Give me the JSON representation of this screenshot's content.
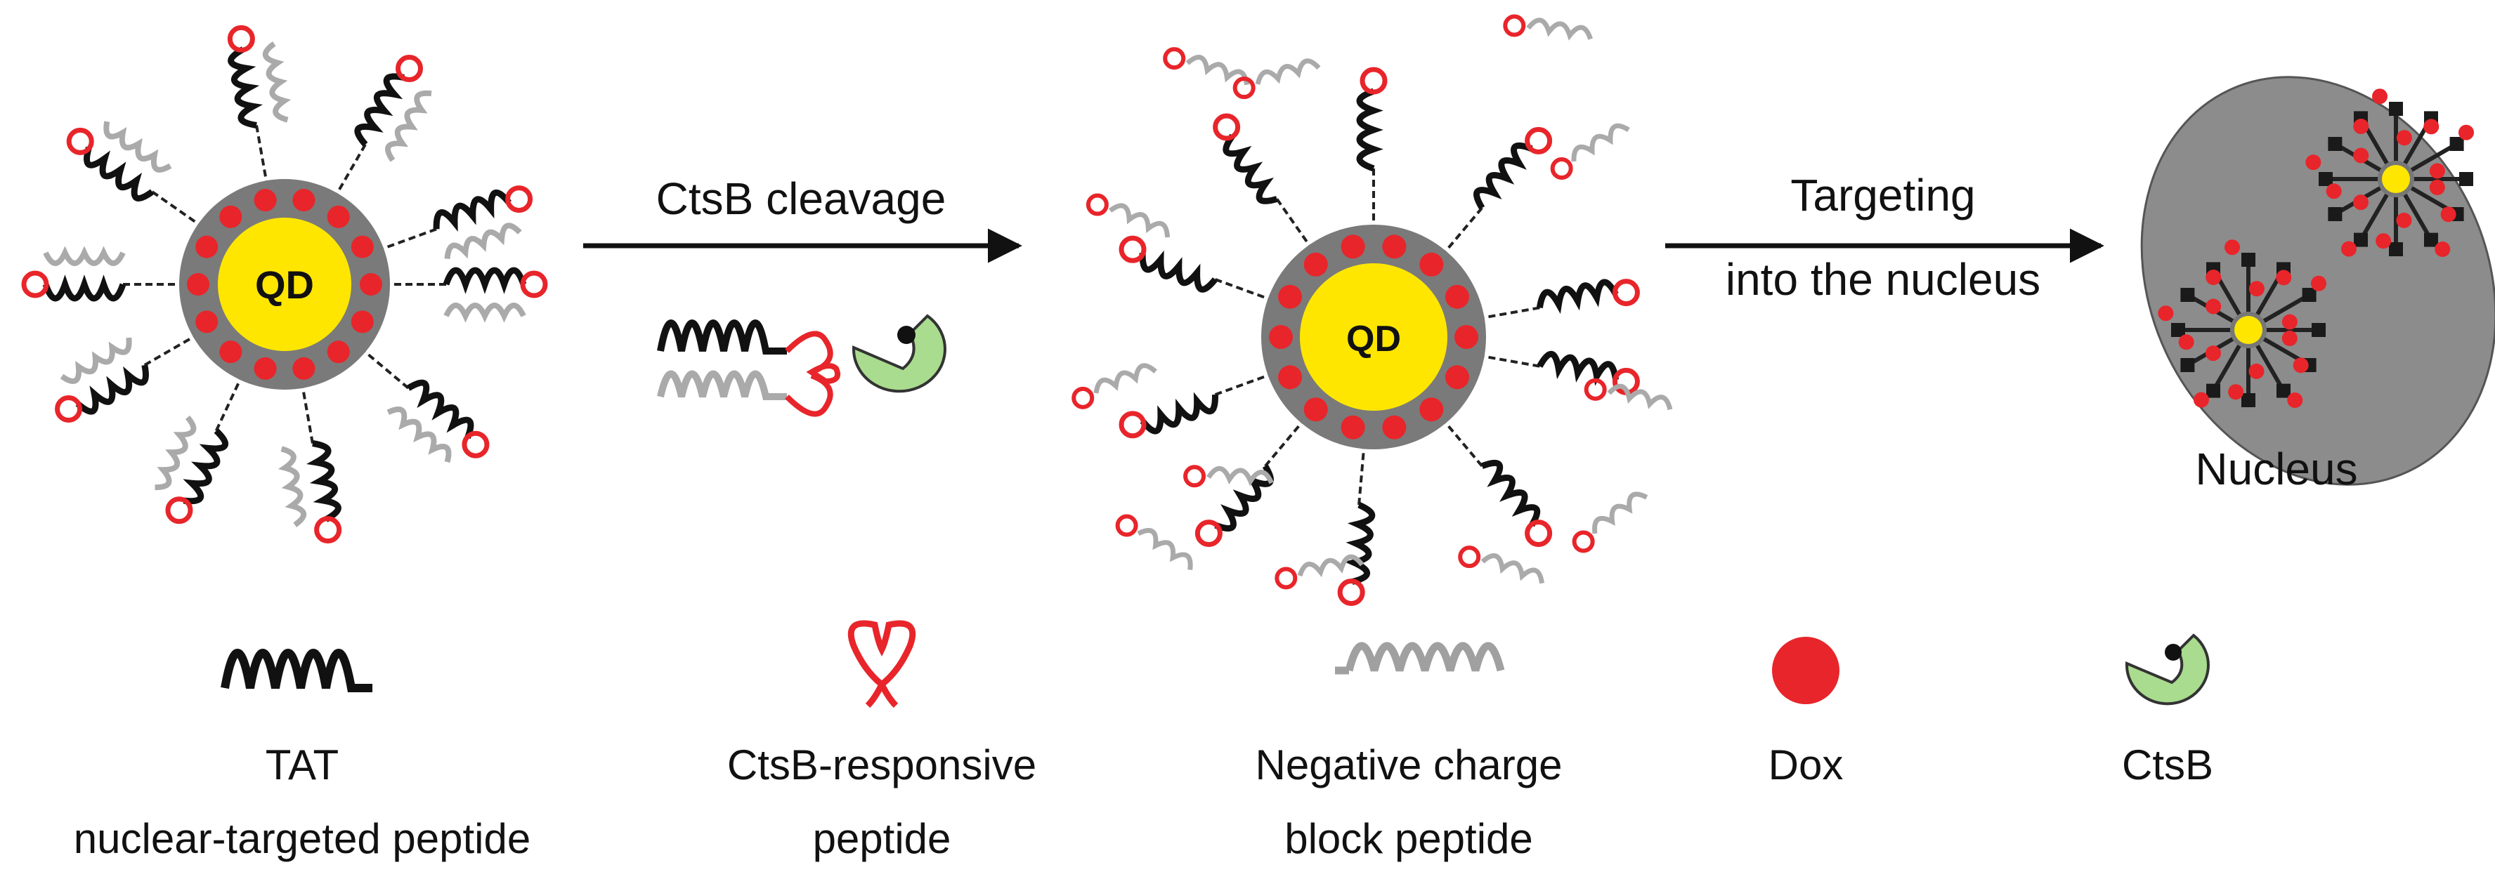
{
  "particles": {
    "core_label": "QD",
    "core_color": "#ffe600",
    "shell_color": "#7a7a7a",
    "dox_color": "#e8252a"
  },
  "steps": [
    {
      "label_lines": [
        "CtsB cleavage"
      ]
    },
    {
      "label_lines": [
        "Targeting",
        "into the nucleus"
      ]
    }
  ],
  "nucleus": {
    "label": "Nucleus",
    "color": "#8c8c8c"
  },
  "legend": [
    {
      "icon": "tat-peptide-icon",
      "lines": [
        "TAT",
        "nuclear-targeted peptide"
      ],
      "color": "#111111"
    },
    {
      "icon": "ctsb-responsive-peptide-icon",
      "lines": [
        "CtsB-responsive",
        "peptide"
      ],
      "color": "#e8252a"
    },
    {
      "icon": "negative-charge-peptide-icon",
      "lines": [
        "Negative charge",
        "block peptide"
      ],
      "color": "#9a9a9a"
    },
    {
      "icon": "dox-icon",
      "lines": [
        "Dox"
      ],
      "color": "#e8252a"
    },
    {
      "icon": "ctsb-enzyme-icon",
      "lines": [
        "CtsB"
      ],
      "color": "#a9dc8e"
    }
  ]
}
